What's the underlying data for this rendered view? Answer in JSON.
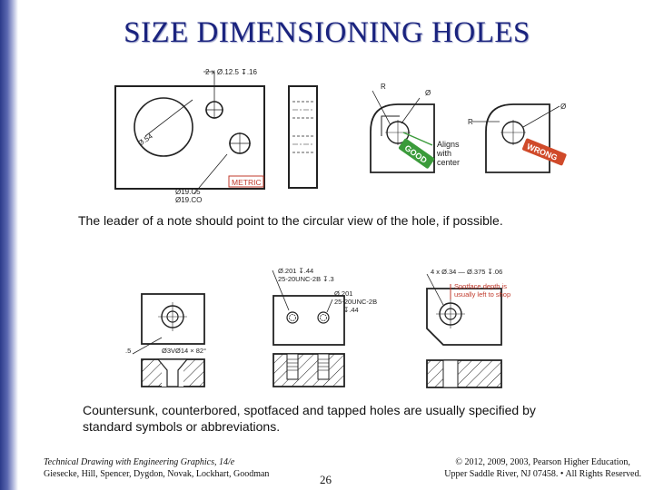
{
  "slide": {
    "title": "SIZE DIMENSIONING HOLES",
    "caption_top": "The leader of a note should point to the circular view of the hole, if possible.",
    "caption_bottom": "Countersunk, counterbored, spotfaced and tapped holes are usually specified by standard symbols or abbreviations.",
    "page_number": "26"
  },
  "figure_top": {
    "note_top": "2 x Ø.12.5 ↧.16",
    "dia_large": "Ø.54",
    "dia_bottom_1": "Ø19.C5",
    "dia_bottom_2": "Ø19.CO",
    "metric_label": "METRIC",
    "good_label": "GOOD",
    "aligns_text_1": "Aligns",
    "aligns_text_2": "with",
    "aligns_text_3": "center",
    "wrong_label": "WRONG"
  },
  "figure_bottom": {
    "countersink_note": "Ø3VØ14 × 82°",
    "depth_note": ".5",
    "tap_note_1a": "Ø.201 ↧.44",
    "tap_note_1b": "25-20UNC-2B ↧.3",
    "tap_note_2a": "Ø.201",
    "tap_note_2b": "25-20UNC-2B",
    "tap_note_2c": "↧.44",
    "spotface_note": "4 x Ø.34 — Ø.375 ↧.06",
    "spotface_callout_1": "Spotface depth is",
    "spotface_callout_2": "usually left to shop"
  },
  "footer": {
    "book": "Technical Drawing with Engineering Graphics, 14/e",
    "authors": "Giesecke, Hill, Spencer, Dygdon, Novak, Lockhart, Goodman",
    "copyright_1": "© 2012, 2009, 2003, Pearson Higher Education,",
    "copyright_2": "Upper Saddle River, NJ 07458. • All Rights Reserved."
  },
  "colors": {
    "title": "#1a237e",
    "good": "#3b9b3b",
    "wrong": "#d04a2a",
    "metric": "#c0392b",
    "callout": "#c0392b"
  }
}
